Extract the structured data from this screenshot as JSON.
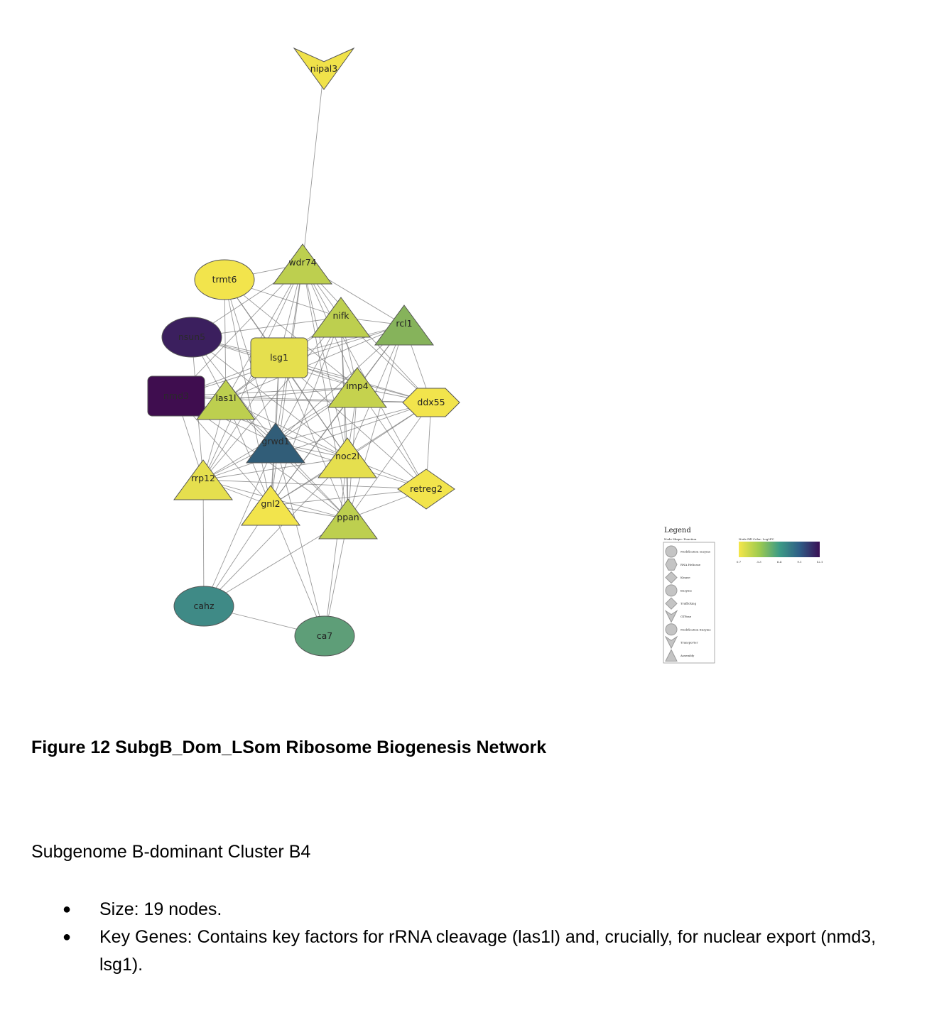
{
  "network": {
    "nodes": [
      {
        "id": "nipal3",
        "label": "nipal3",
        "shape": "chevron",
        "color": "#f0e24a"
      },
      {
        "id": "wdr74",
        "label": "wdr74",
        "shape": "triangle",
        "color": "#bdcf4f"
      },
      {
        "id": "trmt6",
        "label": "trmt6",
        "shape": "ellipse",
        "color": "#f2e44c"
      },
      {
        "id": "nifk",
        "label": "nifk",
        "shape": "triangle",
        "color": "#bdcf4f"
      },
      {
        "id": "rcl1",
        "label": "rcl1",
        "shape": "triangle",
        "color": "#86b35b"
      },
      {
        "id": "nsun5",
        "label": "nsun5",
        "shape": "ellipse",
        "color": "#3b1f5e"
      },
      {
        "id": "lsg1",
        "label": "lsg1",
        "shape": "roundrect",
        "color": "#e5df4e"
      },
      {
        "id": "nmd3",
        "label": "nmd3",
        "shape": "roundrect",
        "color": "#3f0d4f"
      },
      {
        "id": "las1l",
        "label": "las1l",
        "shape": "triangle",
        "color": "#bdcf4f"
      },
      {
        "id": "imp4",
        "label": "imp4",
        "shape": "triangle",
        "color": "#c5d24e"
      },
      {
        "id": "ddx55",
        "label": "ddx55",
        "shape": "hexagon",
        "color": "#f2e44c"
      },
      {
        "id": "grwd1",
        "label": "grwd1",
        "shape": "triangle",
        "color": "#315d78"
      },
      {
        "id": "noc2l",
        "label": "noc2l",
        "shape": "triangle",
        "color": "#e5df4e"
      },
      {
        "id": "rrp12",
        "label": "rrp12",
        "shape": "triangle",
        "color": "#e5df4e"
      },
      {
        "id": "retreg2",
        "label": "retreg2",
        "shape": "diamond",
        "color": "#f2e44c"
      },
      {
        "id": "gnl2",
        "label": "gnl2",
        "shape": "triangle",
        "color": "#f2e44c"
      },
      {
        "id": "ppan",
        "label": "ppan",
        "shape": "triangle",
        "color": "#bdcf4f"
      },
      {
        "id": "cahz",
        "label": "cahz",
        "shape": "ellipse",
        "color": "#3f8a86"
      },
      {
        "id": "ca7",
        "label": "ca7",
        "shape": "ellipse",
        "color": "#5e9e78"
      }
    ],
    "edges": [
      [
        "nipal3",
        "wdr74"
      ],
      [
        "wdr74",
        "trmt6"
      ],
      [
        "wdr74",
        "nifk"
      ],
      [
        "wdr74",
        "rcl1"
      ],
      [
        "wdr74",
        "nsun5"
      ],
      [
        "wdr74",
        "lsg1"
      ],
      [
        "wdr74",
        "nmd3"
      ],
      [
        "wdr74",
        "las1l"
      ],
      [
        "wdr74",
        "imp4"
      ],
      [
        "wdr74",
        "ddx55"
      ],
      [
        "wdr74",
        "grwd1"
      ],
      [
        "wdr74",
        "noc2l"
      ],
      [
        "wdr74",
        "rrp12"
      ],
      [
        "wdr74",
        "gnl2"
      ],
      [
        "wdr74",
        "ppan"
      ],
      [
        "wdr74",
        "retreg2"
      ],
      [
        "trmt6",
        "lsg1"
      ],
      [
        "trmt6",
        "las1l"
      ],
      [
        "trmt6",
        "grwd1"
      ],
      [
        "trmt6",
        "imp4"
      ],
      [
        "trmt6",
        "nifk"
      ],
      [
        "trmt6",
        "noc2l"
      ],
      [
        "trmt6",
        "gnl2"
      ],
      [
        "nifk",
        "lsg1"
      ],
      [
        "nifk",
        "rcl1"
      ],
      [
        "nifk",
        "imp4"
      ],
      [
        "nifk",
        "ddx55"
      ],
      [
        "nifk",
        "grwd1"
      ],
      [
        "nifk",
        "noc2l"
      ],
      [
        "nifk",
        "las1l"
      ],
      [
        "nifk",
        "nsun5"
      ],
      [
        "nifk",
        "ppan"
      ],
      [
        "nifk",
        "rrp12"
      ],
      [
        "nifk",
        "gnl2"
      ],
      [
        "rcl1",
        "lsg1"
      ],
      [
        "rcl1",
        "imp4"
      ],
      [
        "rcl1",
        "ddx55"
      ],
      [
        "rcl1",
        "grwd1"
      ],
      [
        "rcl1",
        "noc2l"
      ],
      [
        "rcl1",
        "las1l"
      ],
      [
        "rcl1",
        "ppan"
      ],
      [
        "rcl1",
        "gnl2"
      ],
      [
        "rcl1",
        "nmd3"
      ],
      [
        "nsun5",
        "lsg1"
      ],
      [
        "nsun5",
        "las1l"
      ],
      [
        "nsun5",
        "grwd1"
      ],
      [
        "nsun5",
        "imp4"
      ],
      [
        "nsun5",
        "noc2l"
      ],
      [
        "nsun5",
        "rrp12"
      ],
      [
        "nsun5",
        "ddx55"
      ],
      [
        "lsg1",
        "nmd3"
      ],
      [
        "lsg1",
        "las1l"
      ],
      [
        "lsg1",
        "imp4"
      ],
      [
        "lsg1",
        "ddx55"
      ],
      [
        "lsg1",
        "grwd1"
      ],
      [
        "lsg1",
        "noc2l"
      ],
      [
        "lsg1",
        "rrp12"
      ],
      [
        "lsg1",
        "gnl2"
      ],
      [
        "lsg1",
        "ppan"
      ],
      [
        "lsg1",
        "retreg2"
      ],
      [
        "nmd3",
        "las1l"
      ],
      [
        "nmd3",
        "grwd1"
      ],
      [
        "nmd3",
        "imp4"
      ],
      [
        "nmd3",
        "noc2l"
      ],
      [
        "nmd3",
        "rrp12"
      ],
      [
        "nmd3",
        "gnl2"
      ],
      [
        "nmd3",
        "ppan"
      ],
      [
        "nmd3",
        "ddx55"
      ],
      [
        "las1l",
        "imp4"
      ],
      [
        "las1l",
        "grwd1"
      ],
      [
        "las1l",
        "noc2l"
      ],
      [
        "las1l",
        "rrp12"
      ],
      [
        "las1l",
        "gnl2"
      ],
      [
        "las1l",
        "ppan"
      ],
      [
        "las1l",
        "ddx55"
      ],
      [
        "imp4",
        "ddx55"
      ],
      [
        "imp4",
        "grwd1"
      ],
      [
        "imp4",
        "noc2l"
      ],
      [
        "imp4",
        "rrp12"
      ],
      [
        "imp4",
        "gnl2"
      ],
      [
        "imp4",
        "ppan"
      ],
      [
        "imp4",
        "retreg2"
      ],
      [
        "ddx55",
        "grwd1"
      ],
      [
        "ddx55",
        "noc2l"
      ],
      [
        "ddx55",
        "retreg2"
      ],
      [
        "ddx55",
        "ppan"
      ],
      [
        "ddx55",
        "rrp12"
      ],
      [
        "ddx55",
        "gnl2"
      ],
      [
        "grwd1",
        "noc2l"
      ],
      [
        "grwd1",
        "rrp12"
      ],
      [
        "grwd1",
        "gnl2"
      ],
      [
        "grwd1",
        "ppan"
      ],
      [
        "grwd1",
        "retreg2"
      ],
      [
        "grwd1",
        "cahz"
      ],
      [
        "grwd1",
        "ca7"
      ],
      [
        "noc2l",
        "rrp12"
      ],
      [
        "noc2l",
        "gnl2"
      ],
      [
        "noc2l",
        "ppan"
      ],
      [
        "noc2l",
        "retreg2"
      ],
      [
        "noc2l",
        "cahz"
      ],
      [
        "noc2l",
        "ca7"
      ],
      [
        "rrp12",
        "gnl2"
      ],
      [
        "rrp12",
        "ppan"
      ],
      [
        "rrp12",
        "cahz"
      ],
      [
        "rrp12",
        "retreg2"
      ],
      [
        "gnl2",
        "ppan"
      ],
      [
        "gnl2",
        "retreg2"
      ],
      [
        "gnl2",
        "cahz"
      ],
      [
        "gnl2",
        "ca7"
      ],
      [
        "ppan",
        "retreg2"
      ],
      [
        "ppan",
        "cahz"
      ],
      [
        "ppan",
        "ca7"
      ],
      [
        "cahz",
        "ca7"
      ]
    ]
  },
  "legend": {
    "title": "Legend",
    "shape_header": "Node Shape:  Function",
    "shape_items": [
      {
        "shape": "circle",
        "label": "Modification enzyme"
      },
      {
        "shape": "hexagon",
        "label": "RNA Helicase"
      },
      {
        "shape": "diamond",
        "label": "Kinase"
      },
      {
        "shape": "circle",
        "label": "Enzyme"
      },
      {
        "shape": "diamond",
        "label": "Trafficking"
      },
      {
        "shape": "chevron",
        "label": "GTPase"
      },
      {
        "shape": "circle",
        "label": "Modification Enzyme"
      },
      {
        "shape": "chevron",
        "label": "Transporter"
      },
      {
        "shape": "triangle",
        "label": "Assembly"
      }
    ],
    "color_header": "Node Fill Color:  Log2FC",
    "color_ticks": [
      "0.7",
      "3.3",
      "6.4",
      "9.1",
      "12.1"
    ],
    "gradient": [
      "#f5e64a",
      "#9fcb4e",
      "#3d9c86",
      "#2f5e87",
      "#3a0f54"
    ]
  },
  "caption": "Figure 12 SubgB_Dom_LSom Ribosome Biogenesis Network",
  "subtitle": "Subgenome B-dominant Cluster B4",
  "bullets": [
    "Size: 19 nodes.",
    "Key Genes: Contains key factors for rRNA cleavage (las1l) and, crucially, for nuclear export (nmd3, lsg1)."
  ]
}
